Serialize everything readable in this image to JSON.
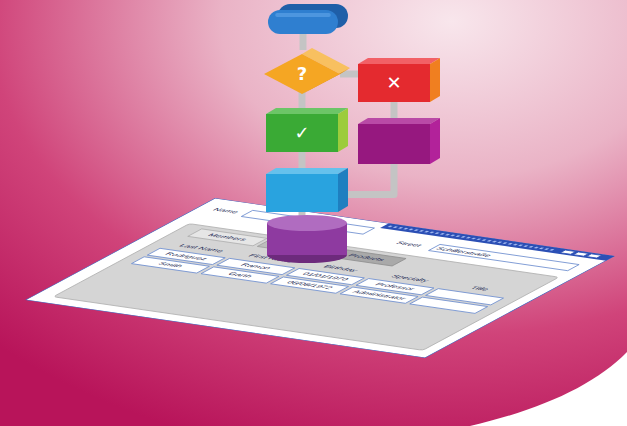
{
  "diagram": {
    "nodes": [
      {
        "text": []
      },
      {
        "text": [
          "?"
        ]
      },
      {
        "text": [
          "✕"
        ]
      },
      {
        "text": [
          "✓"
        ]
      },
      {
        "text": []
      },
      {
        "text": []
      },
      {
        "text": []
      }
    ],
    "edges": [
      {
        "from": 0,
        "to": 1,
        "arrow": "none"
      },
      {
        "from": 1,
        "to": 2,
        "arrow": "none"
      },
      {
        "from": 1,
        "to": 3,
        "arrow": "none"
      },
      {
        "from": 2,
        "to": 4,
        "arrow": "none"
      },
      {
        "from": 3,
        "to": 5,
        "arrow": "none"
      },
      {
        "from": 4,
        "to": 5,
        "arrow": "none"
      },
      {
        "from": 5,
        "to": 6,
        "arrow": "none"
      }
    ],
    "labels": [
      "Name",
      "Street",
      "Schillerstraße",
      "Members",
      "Orders",
      "Products",
      "Last Name",
      "First Name",
      "Birthday",
      "Specialty",
      "Title",
      "Rodriguez",
      "Ramon",
      "01/01/1970",
      "Professor",
      "Smith",
      "Garth",
      "06/08/1972",
      "Administrator"
    ]
  }
}
